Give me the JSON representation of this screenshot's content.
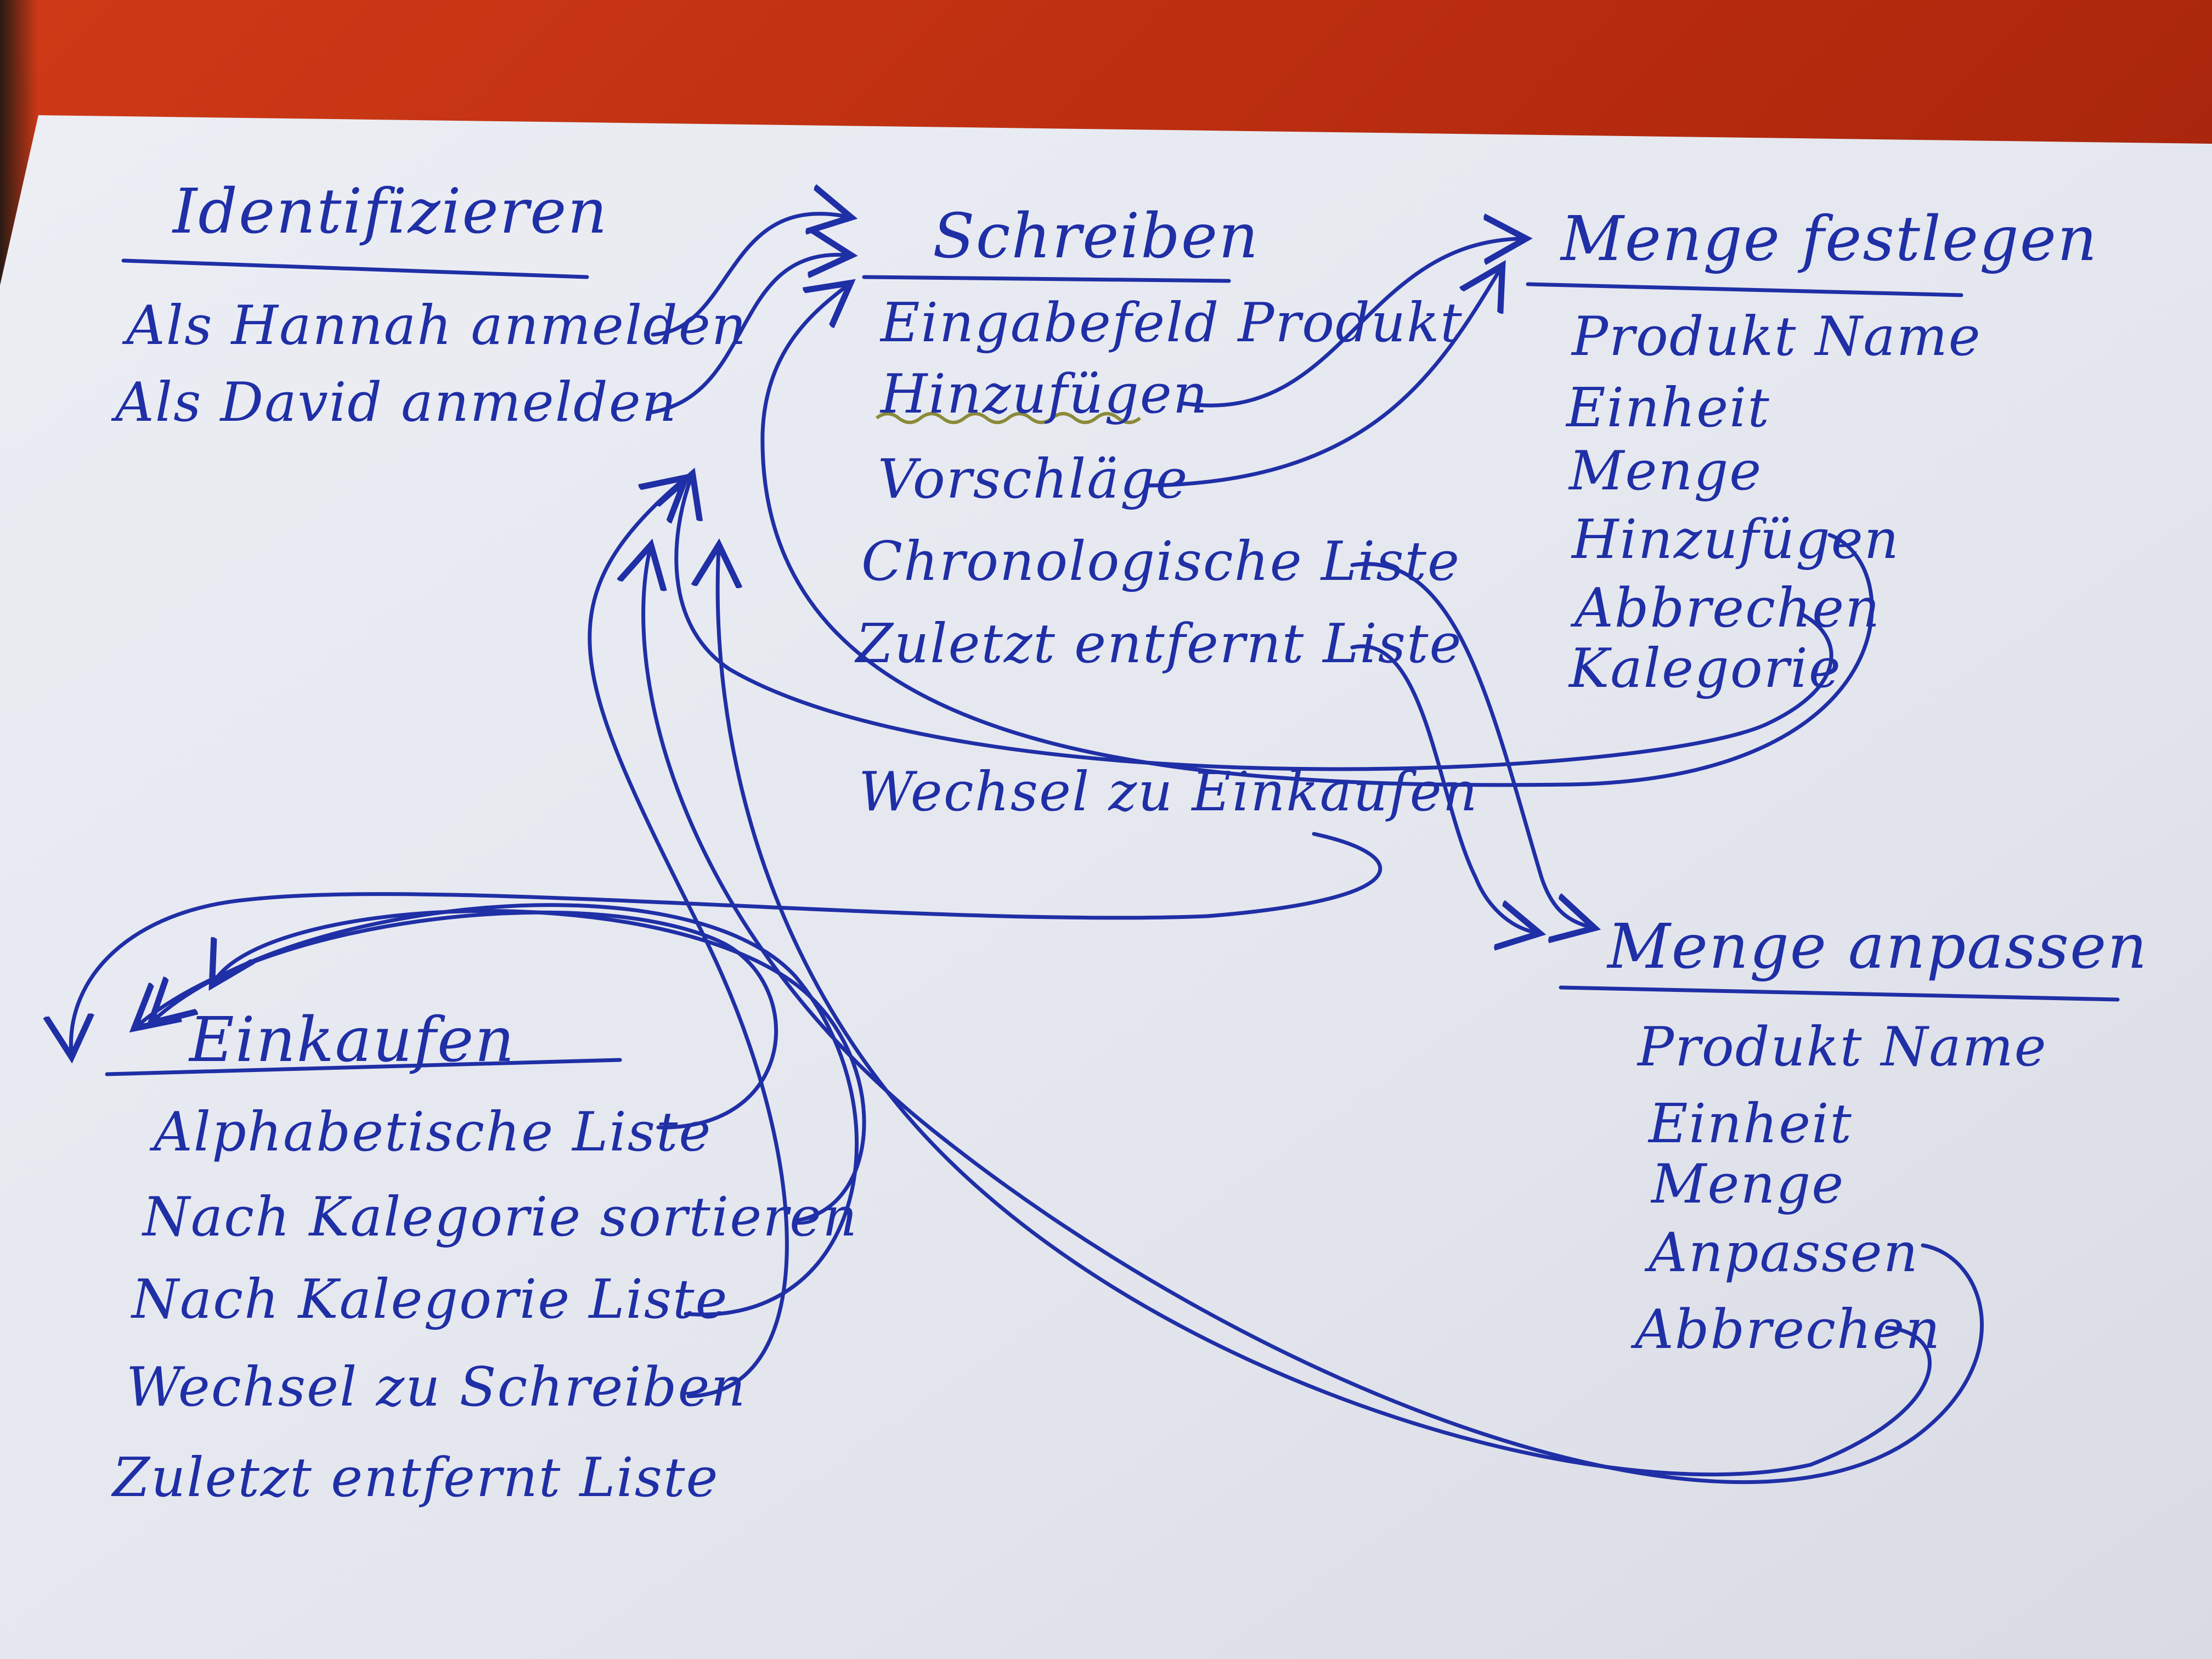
{
  "nodes": {
    "identifizieren": {
      "title": "Identifizieren",
      "items": [
        "Als Hannah anmelden",
        "Als David anmelden"
      ]
    },
    "schreiben": {
      "title": "Schreiben",
      "items": [
        "Eingabefeld Produkt",
        "Hinzufügen",
        "Vorschläge",
        "Chronologische Liste",
        "Zuletzt entfernt Liste"
      ],
      "switch_label": "Wechsel zu Einkaufen"
    },
    "menge_festlegen": {
      "title": "Menge festlegen",
      "items": [
        "Produkt Name",
        "Einheit",
        "Menge",
        "Hinzufügen",
        "Abbrechen",
        "Kalegorie"
      ]
    },
    "menge_anpassen": {
      "title": "Menge anpassen",
      "items": [
        "Produkt Name",
        "Einheit",
        "Menge",
        "Anpassen",
        "Abbrechen"
      ]
    },
    "einkaufen": {
      "title": "Einkaufen",
      "items": [
        "Alphabetische Liste",
        "Nach Kalegorie sortieren",
        "Nach Kalegorie Liste",
        "Wechsel zu Schreiben",
        "Zuletzt entfernt Liste"
      ]
    }
  },
  "ink_color": "#1f2fa6",
  "paper_color": "#e9eaf0",
  "background_color": "#c23314",
  "highlight_color": "#8a8a3a"
}
